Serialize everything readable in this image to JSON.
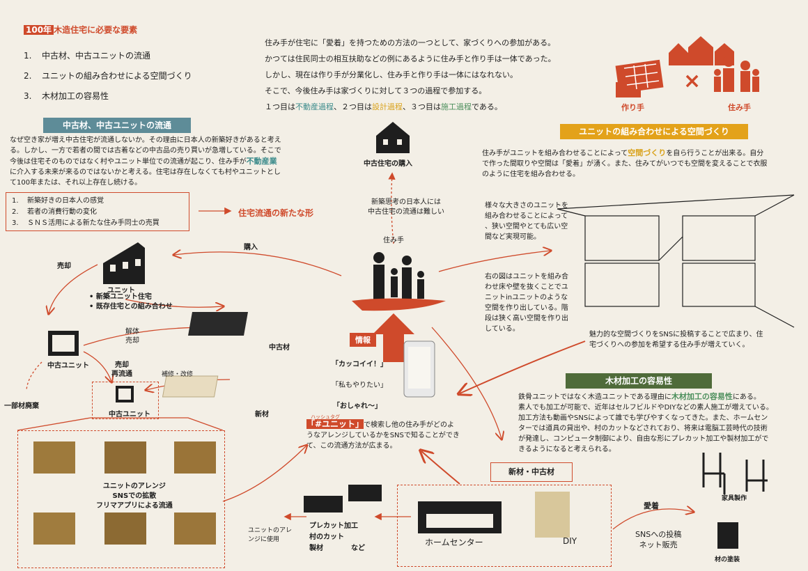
{
  "title": {
    "number": "100年",
    "text": "木造住宅に必要な要素"
  },
  "elements": [
    {
      "num": "1.",
      "text": "中古材、中古ユニットの流通"
    },
    {
      "num": "2.",
      "text": "ユニットの組み合わせによる空間づくり"
    },
    {
      "num": "3.",
      "text": "木材加工の容易性"
    }
  ],
  "intro": {
    "l1": "住み手が住宅に「愛着」を持つための方法の一つとして、家づくりへの参加がある。",
    "l2": "かつては住民同士の相互扶助などの例にあるように住み手と作り手は一体であった。",
    "l3": "しかし、現在は作り手が分業化し、住み手と作り手は一体にはなれない。",
    "l4": "そこで、今後住み手は家づくりに対して３つの過程で参加する。",
    "l5a": "１つ目は",
    "l5b": "不動産過程",
    "l5c": "、２つ目は",
    "l5d": "設計過程",
    "l5e": "、３つ目は",
    "l5f": "施工過程",
    "l5g": "である。"
  },
  "maker_label": "作り手",
  "resident_label": "住み手",
  "cross": "×",
  "section1": {
    "heading": "中古材、中古ユニットの流通",
    "p1": "なぜ空き家が増え中古住宅が流通しないか。その理由に日本人の新築好きがあると考え",
    "p2": "る。しかし、一方で若者の間では古着などの中古品の売り買いが急増している。そこで",
    "p3": "今後は住宅そのものではなく村やユニット単位での流通が起こり、住み手が",
    "p3b": "不動産業",
    "p4": "に介入する未来が来るのではないかと考える。住宅は存在しなくても村やユニットとし",
    "p5": "て100年または、それ以上存在し続ける。",
    "reasons": [
      {
        "num": "1.",
        "text": "新築好きの日本人の感覚"
      },
      {
        "num": "2.",
        "text": "若者の消費行動の変化"
      },
      {
        "num": "3.",
        "text": "ＳＮＳ活用による新たな住み手同士の売買"
      }
    ],
    "new_form": "住宅流通の新たな形"
  },
  "flow": {
    "purchase": "購入",
    "sell": "売却",
    "unit": "ユニット",
    "unit_b1": "新築ユニット住宅",
    "unit_b2": "既存住宅との組み合わせ",
    "used_wood": "中古材",
    "dismantle": "解体",
    "dismantle2": "売却",
    "used_unit": "中古ユニット",
    "resell": "売却",
    "recirculate": "再流通",
    "repair": "補修・改修",
    "partial_discard": "一部材廃棄",
    "new_wood": "新材",
    "used_unit2": "中古ユニット",
    "arrange1": "ユニットのアレンジ",
    "arrange2": "SNSでの拡散",
    "arrange3": "フリマアプリによる流通",
    "used_house": "中古住宅の購入",
    "newbuild1": "新築思考の日本人には",
    "newbuild2": "中古住宅の流通は難しい",
    "resident": "住み手",
    "info": "情報",
    "q1": "「カッコイイ！」",
    "q2": "「私もやりたい」",
    "q3": "「おしゃれ～」",
    "hashtag_ruby": "ハッシュタグ",
    "hashtag": "「#ユニット」",
    "hash1": "で検索し他の住み手がどのよ",
    "hash2": "うなアレンジしているかをSNSで知ることができ",
    "hash3": "て、この流通方法が広まる。"
  },
  "section2": {
    "heading": "ユニットの組み合わせによる空間づくり",
    "p1a": "住み手がユニットを組み合わせることによって",
    "p1b": "空間づくり",
    "p1c": "を自ら行うことが出来る。自分",
    "p2": "で作った間取りや空間は「愛着」が湧く。また、住みてがいつでも空間を変えることで衣服",
    "p3": "のように住宅を組み合わせる。",
    "side1": [
      "様々な大きさのユニットを",
      "組み合わせることによって",
      "、狭い空間やとても広い空",
      "間など実現可能。"
    ],
    "side2": [
      "右の図はユニットを組み合",
      "わせ床や壁を抜くことでユ",
      "ニットinユニットのような",
      "空間を作り出している。階",
      "段は狭く高い空間を作り出",
      "している。"
    ],
    "sns1": "魅力的な空間づくりをSNSに投稿することで広まり、住",
    "sns2": "宅づくりへの参加を希望する住み手が増えていく。"
  },
  "section3": {
    "heading": "木材加工の容易性",
    "p1a": "鉄骨ユニットではなく木造ユニットである理由に",
    "p1b": "木材加工の容易性",
    "p1c": "にある。",
    "p2": "素人でも加工が可能で、近年はセルフビルドやDIYなどの素人施工が増えている。",
    "p3": "加工方法も動画やSNSによって誰でも学びやすくなってきた。また、ホームセン",
    "p4": "ターでは道具の貸出や、村のカットなどされており、将来は電脳工芸時代の技術",
    "p5": "が発達し、コンピュータ制御により、自由な形にプレカット加工や製材加工がで",
    "p6": "きるようになると考えられる。",
    "materials": "新材・中古材",
    "home_center": "ホームセンター",
    "diy": "DIY",
    "precut": "プレカット加工",
    "cut": "村のカット",
    "lumber": "製材",
    "etc": "など",
    "use1": "ユニットのアレ",
    "use2": "ンジに使用",
    "attachment": "愛着",
    "sns_post": "SNSへの投稿",
    "net_sale": "ネット販売",
    "furniture": "家具製作",
    "paint": "材の塗装"
  }
}
